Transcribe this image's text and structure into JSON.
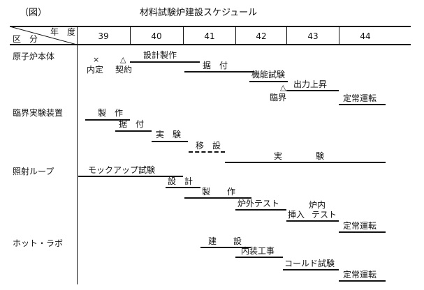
{
  "header": {
    "fig_label": "（図）",
    "title": "材料試験炉建設スケジュール",
    "col_nendo": "年　度",
    "col_kubun": "区　分"
  },
  "years": [
    "39",
    "40",
    "41",
    "42",
    "43",
    "44"
  ],
  "sections": {
    "reactor": "原子炉本体",
    "critical": "臨界実験装置",
    "loop": "照射ループ",
    "hotlab": "ホット・ラボ"
  },
  "tasks": {
    "naitei": "内定",
    "keiyaku": "契約",
    "sekkei_seisaku": "設計製作",
    "suetsuke_r": "据　付",
    "kinou_shiken": "機能試験",
    "shutsuryoku": "出力上昇",
    "rinkai": "臨界",
    "teijou_r": "定常運転",
    "seisaku_c": "製　作",
    "suetsuke_c": "据　付",
    "jikken_c1": "実　験",
    "isetsu": "移　設",
    "jikken_c2": "実　　　　験",
    "mockup": "モックアップ試験",
    "sekkei_l": "設　計",
    "seisaku_l": "製　　作",
    "rogai": "炉外テスト",
    "ronai": "炉内",
    "sounyuu": "挿入",
    "tesuto": "テスト",
    "teijou_l": "定常運転",
    "kensetsu": "建　　設",
    "naisou": "内装工事",
    "cold": "コールド試験",
    "teijou_h": "定常運転"
  },
  "markers": {
    "cross": "×",
    "triangle": "△"
  }
}
